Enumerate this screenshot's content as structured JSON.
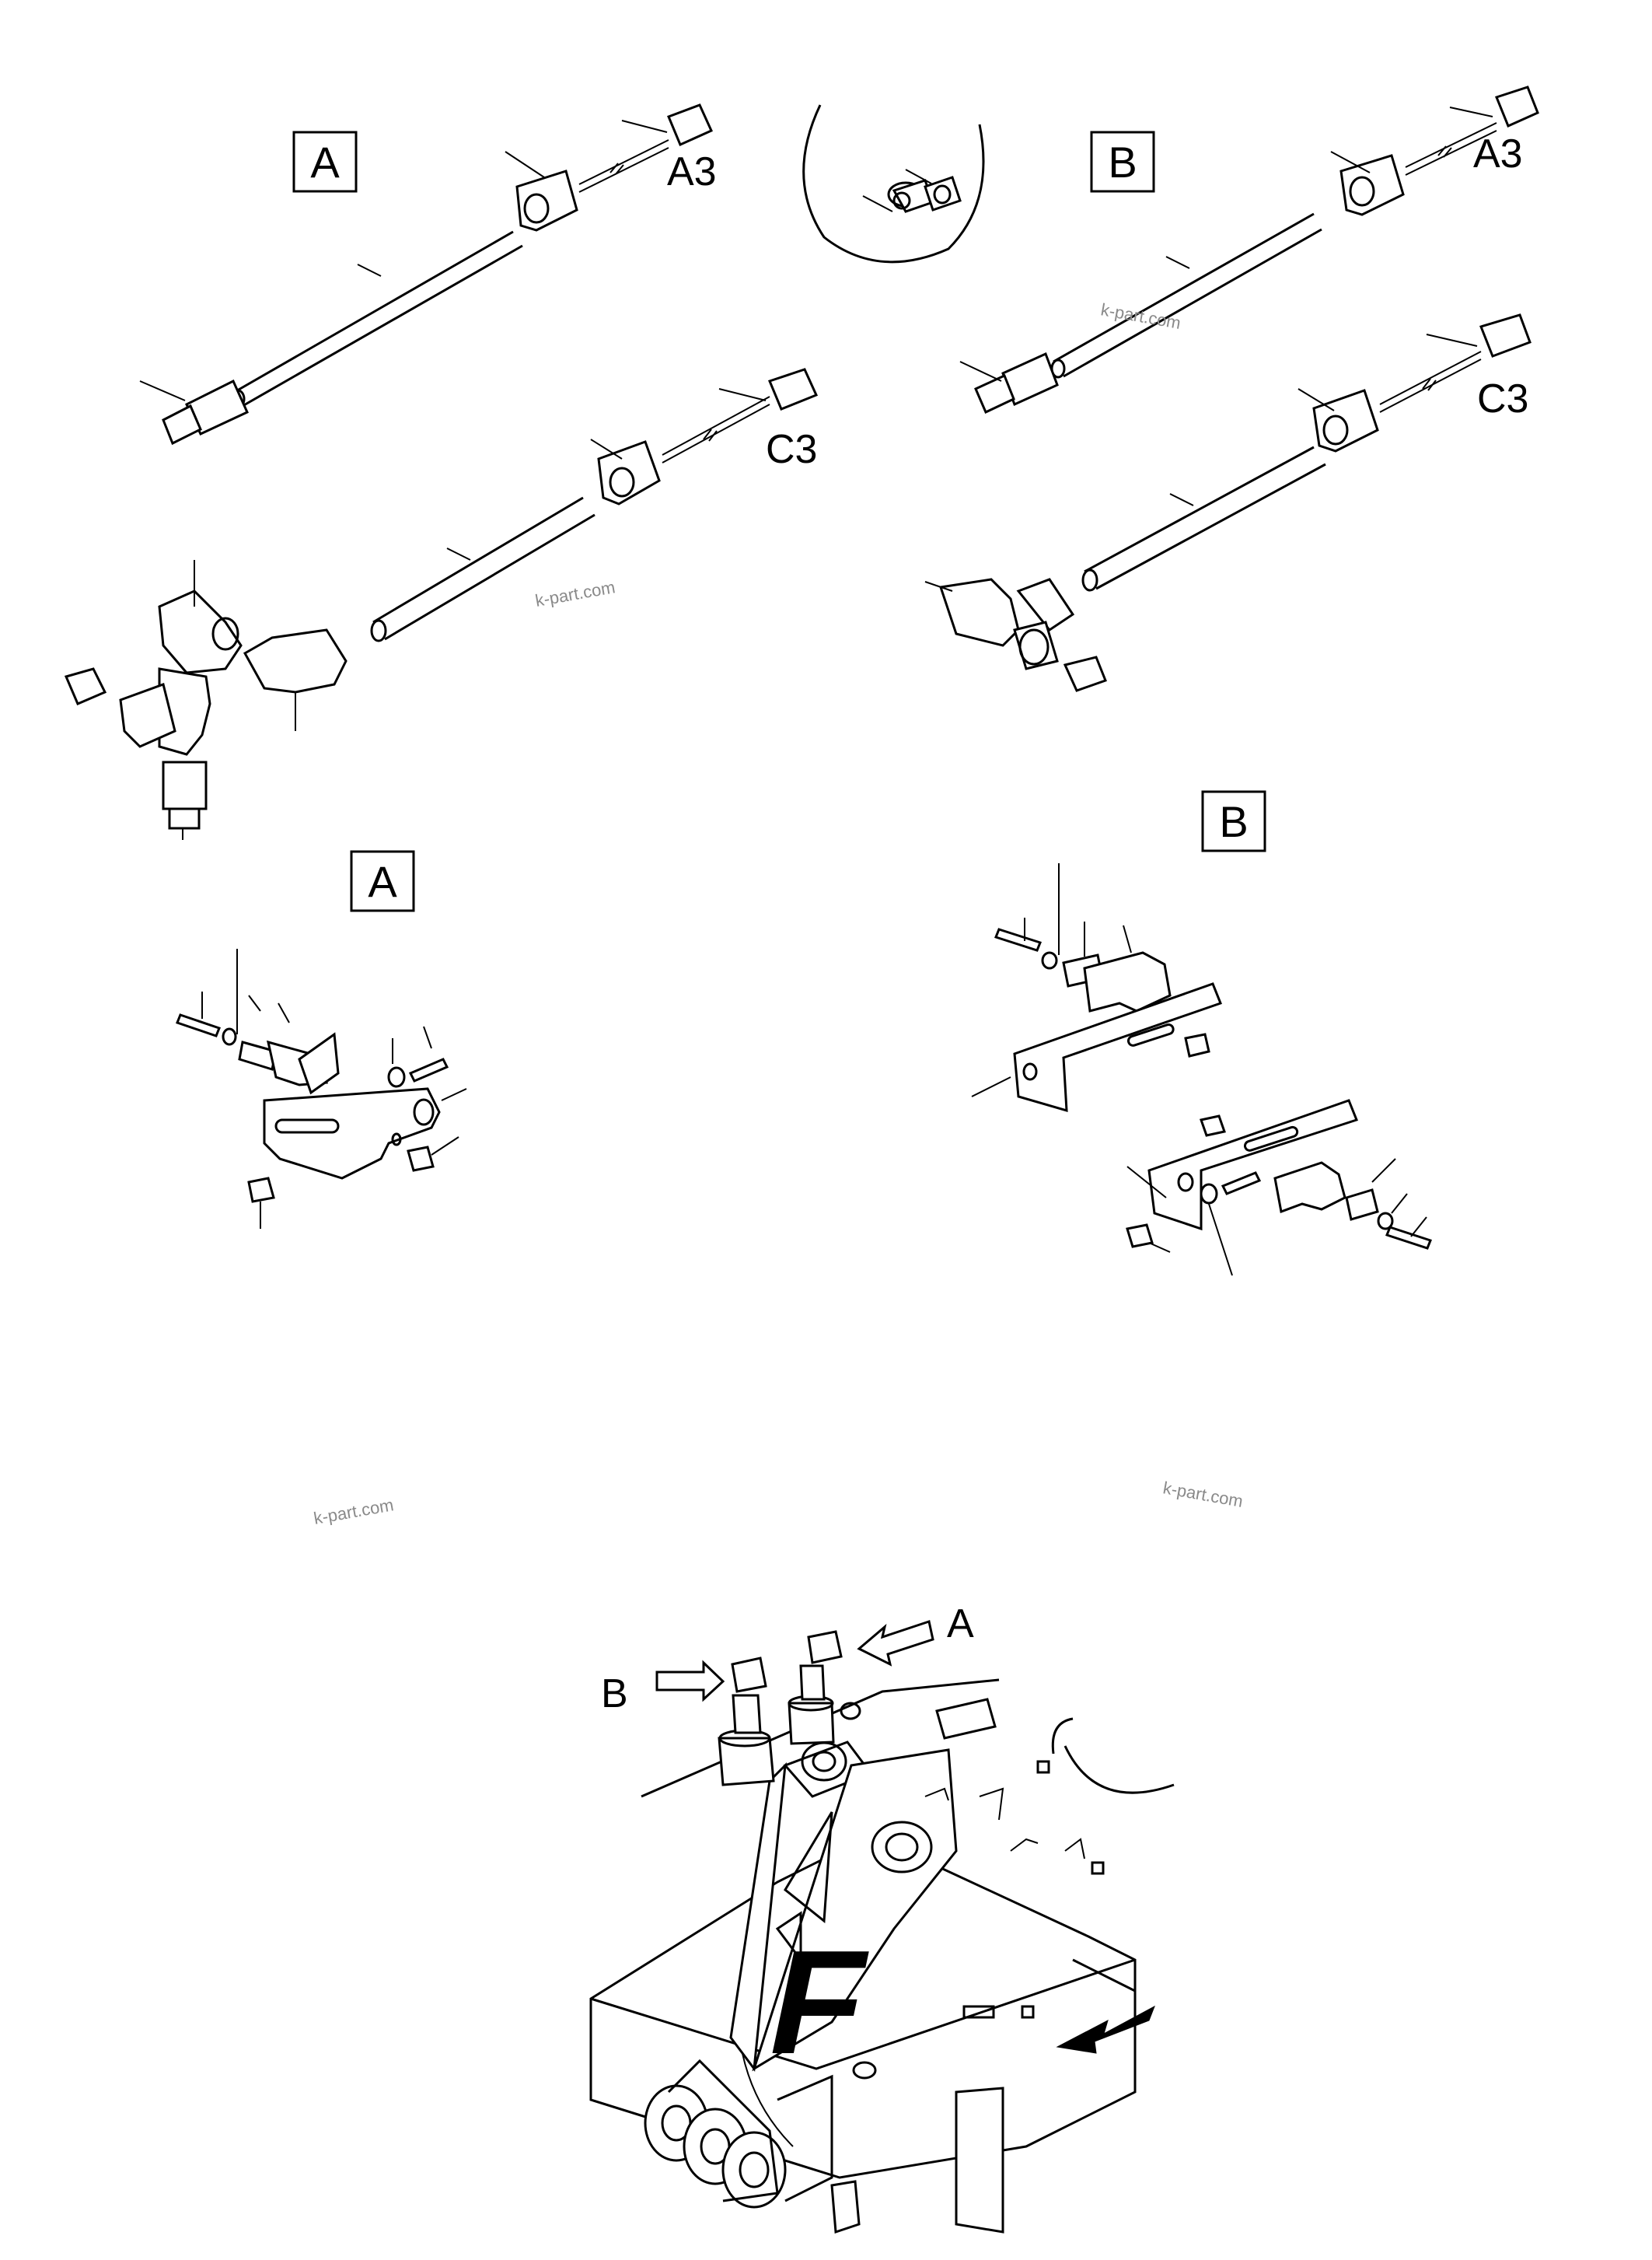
{
  "watermark": "k-part.com",
  "callout_boxes": {
    "tube_a": "A",
    "tube_b": "B",
    "bracket_a": "A",
    "bracket_b": "B"
  },
  "connection_labels": {
    "a_top": "A3",
    "a_bottom": "C3",
    "b_top": "A3",
    "b_bottom": "C3"
  },
  "location_labels": {
    "arrow_a": "A",
    "arrow_b": "B"
  },
  "direction_label": "F"
}
